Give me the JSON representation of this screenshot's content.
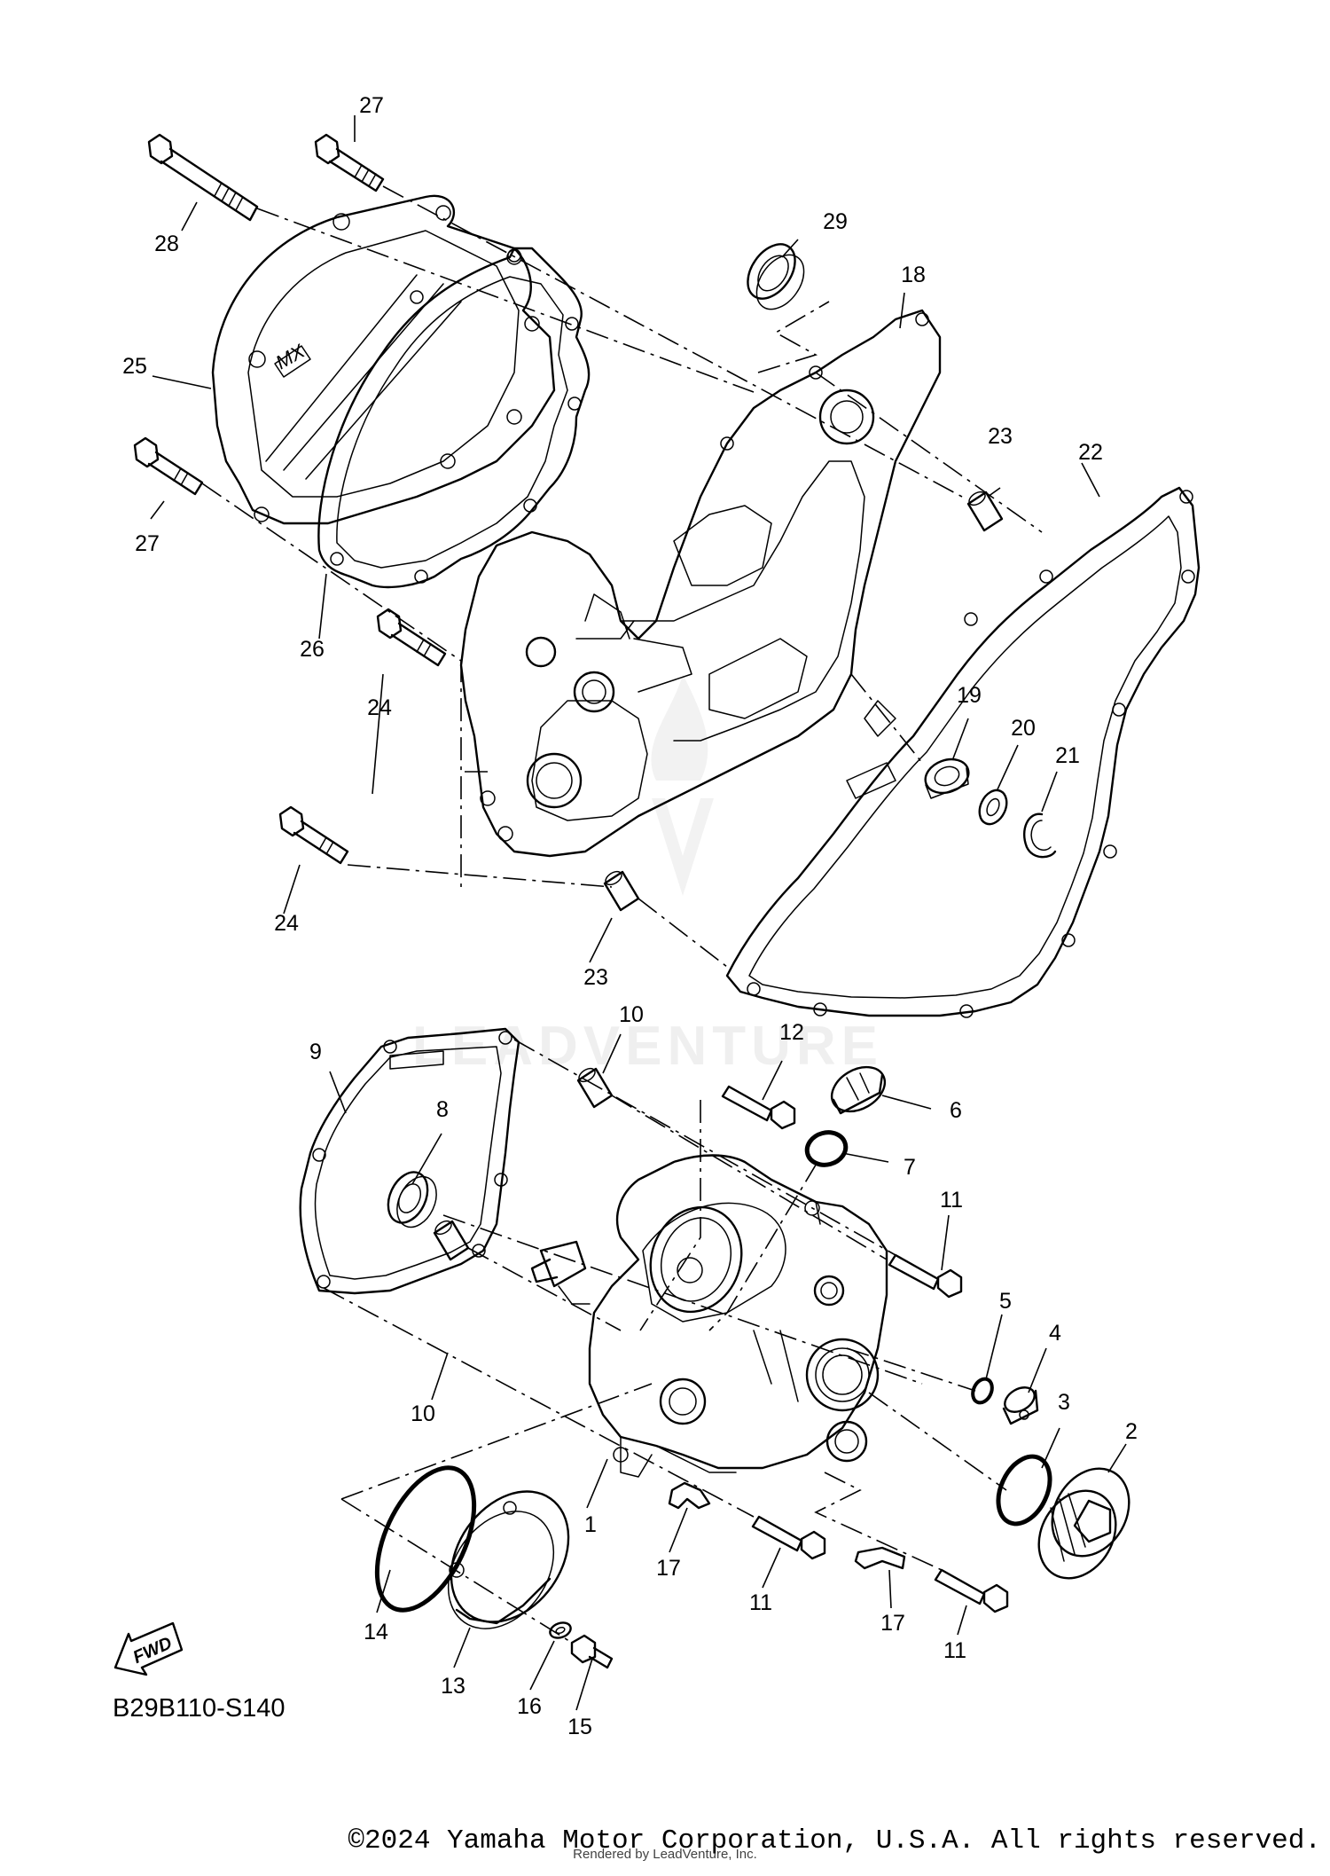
{
  "diagram": {
    "code": "B29B110-S140",
    "watermark": "LEADVENTURE",
    "fwd_label": "FWD",
    "callouts": [
      {
        "id": "c27a",
        "text": "27"
      },
      {
        "id": "c28",
        "text": "28"
      },
      {
        "id": "c29",
        "text": "29"
      },
      {
        "id": "c18",
        "text": "18"
      },
      {
        "id": "c25",
        "text": "25"
      },
      {
        "id": "c23a",
        "text": "23"
      },
      {
        "id": "c22",
        "text": "22"
      },
      {
        "id": "c27b",
        "text": "27"
      },
      {
        "id": "c26",
        "text": "26"
      },
      {
        "id": "c24a",
        "text": "24"
      },
      {
        "id": "c19",
        "text": "19"
      },
      {
        "id": "c20",
        "text": "20"
      },
      {
        "id": "c21",
        "text": "21"
      },
      {
        "id": "c24b",
        "text": "24"
      },
      {
        "id": "c23b",
        "text": "23"
      },
      {
        "id": "c10a",
        "text": "10"
      },
      {
        "id": "c12",
        "text": "12"
      },
      {
        "id": "c9",
        "text": "9"
      },
      {
        "id": "c6",
        "text": "6"
      },
      {
        "id": "c8",
        "text": "8"
      },
      {
        "id": "c7",
        "text": "7"
      },
      {
        "id": "c11a",
        "text": "11"
      },
      {
        "id": "c5",
        "text": "5"
      },
      {
        "id": "c4",
        "text": "4"
      },
      {
        "id": "c3",
        "text": "3"
      },
      {
        "id": "c2",
        "text": "2"
      },
      {
        "id": "c10b",
        "text": "10"
      },
      {
        "id": "c1",
        "text": "1"
      },
      {
        "id": "c17a",
        "text": "17"
      },
      {
        "id": "c11b",
        "text": "11"
      },
      {
        "id": "c17b",
        "text": "17"
      },
      {
        "id": "c11c",
        "text": "11"
      },
      {
        "id": "c14",
        "text": "14"
      },
      {
        "id": "c13",
        "text": "13"
      },
      {
        "id": "c16",
        "text": "16"
      },
      {
        "id": "c15",
        "text": "15"
      }
    ]
  },
  "footer": {
    "copyright": "©2024 Yamaha Motor Corporation, U.S.A. All rights reserved.",
    "rendered_by": "Rendered by LeadVenture, Inc."
  }
}
